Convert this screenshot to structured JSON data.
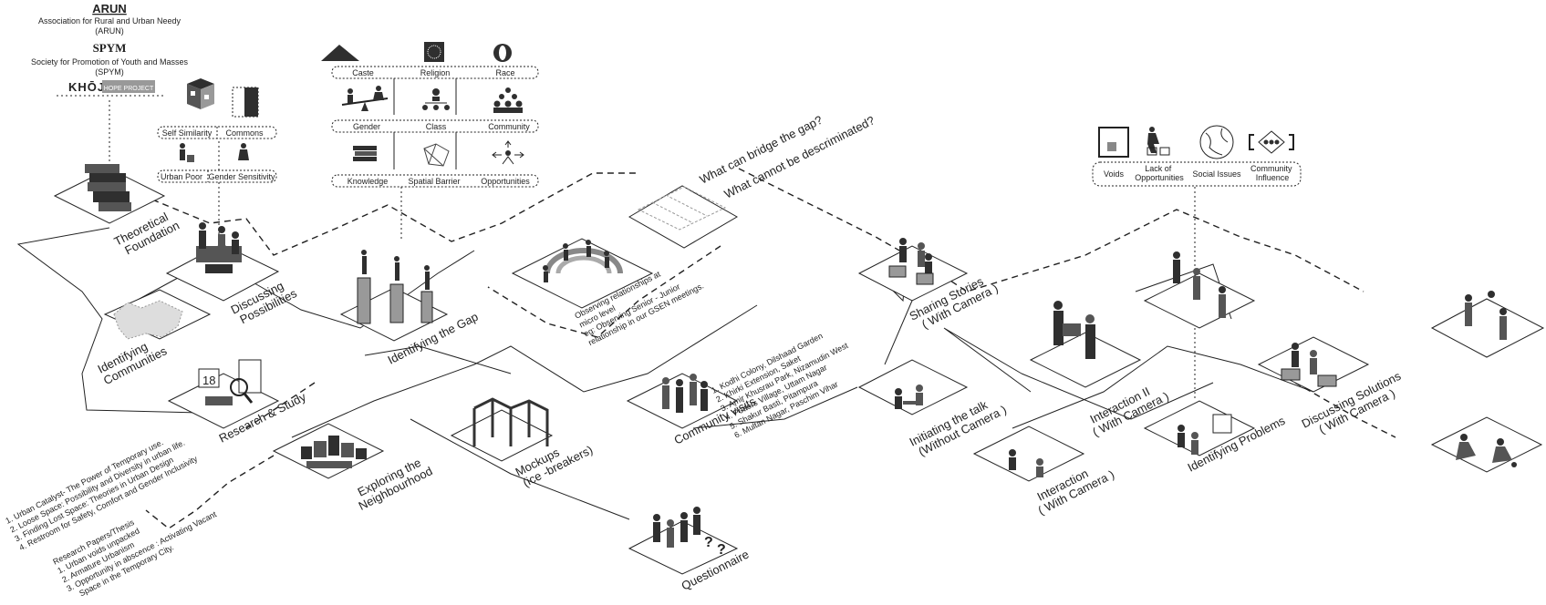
{
  "partners": {
    "arun_logo": "ARUN",
    "arun_name": "Association for Rural and Urban Needy",
    "arun_abbr": "(ARUN)",
    "spym_logo": "SPYM",
    "spym_name": "Society for Promotion of Youth and Masses",
    "spym_abbr": "(SPYM)",
    "khoj_logo": "KHŌJ",
    "hope_logo": "HOPE PROJECT"
  },
  "concepts_small": [
    "Self Similarity",
    "Commons",
    "Urban Poor",
    "Gender Sensitivity"
  ],
  "concepts_big": [
    [
      "Caste",
      "Religion",
      "Race"
    ],
    [
      "Gender",
      "Class",
      "Community"
    ],
    [
      "Knowledge",
      "Spatial Barrier",
      "Opportunities"
    ]
  ],
  "issues": [
    "Voids",
    "Lack of Opportunities",
    "Social Issues",
    "Community Influence"
  ],
  "questions": [
    "What can bridge the gap?",
    "What cannot be descriminated?"
  ],
  "stages": {
    "theoretical": "Theoretical Foundation",
    "discussing": "Discussing Possibilities",
    "identifying_gap": "Identifying the Gap",
    "identifying_communities": "Identifying Communities",
    "research": "Research & Study",
    "exploring": "Exploring the Neighbourhood",
    "mockups": "Mockups (ice -breakers)",
    "questionnaire": "Questionnaire",
    "community_visits": "Community visits",
    "sharing": "Sharing Stories ( With Camera )",
    "initiating": "Initiating the talk (Without Camera )",
    "interaction": "Interaction ( With Camera )",
    "interaction2": "Interaction II ( With Camera )",
    "identifying_problems": "Identifying Problems",
    "discussing_solutions": "Discussing Solutions ( With Camera )"
  },
  "observing_note": [
    "Observing relationships at",
    "micro level",
    "eg: Observing Senior - Junior",
    "relationship in our GSEN meetings."
  ],
  "readings": [
    "1. Urban Catalyst- The Power of Temporary use.",
    "2. Loose Space: Possibility and Diversity in urban life.",
    "3. Finding Lost Space: Theories in Urban Design",
    "4. Restroom for Safety, Comfort and Gender Inclusivity"
  ],
  "research_papers": [
    "Research Papers/Thesis",
    "1. Urban voids unpacked",
    "2. Armature Urbanism",
    "3. Opportunity in abscence : Activating Vacant",
    "Space in the Temporary City."
  ],
  "community_sites": [
    "1. Kodhi Colony, Dilshaad Garden",
    "2. Khirki Extension, Saket",
    "3. Amir Khusrau Park, Nizamudin West",
    "4. Potters Village, Uttam Nagar",
    "5. Shakur Basti, Pitampura",
    "6. Multan Nagar, Paschim Vihar"
  ],
  "calendar_number": "18",
  "colors": {
    "ink": "#222222",
    "figure": "#555555"
  }
}
